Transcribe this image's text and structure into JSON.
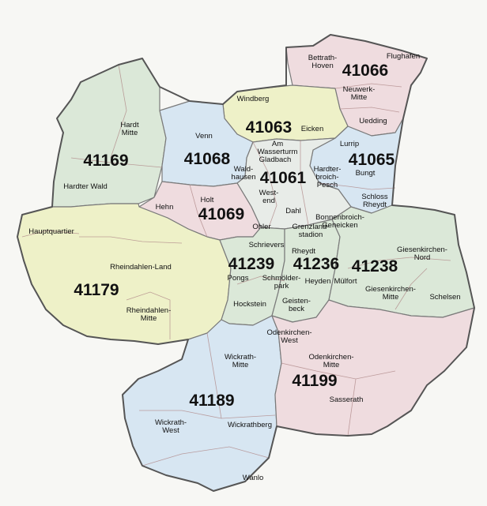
{
  "colors": {
    "pink": "#efdcdf",
    "blue": "#d7e6f2",
    "green": "#dbe8d8",
    "yellow": "#eef1c8",
    "gray": "#e8ece8",
    "boundary": "#555555"
  },
  "postal_codes": [
    {
      "code": "41066",
      "color": "pink"
    },
    {
      "code": "41063",
      "color": "yellow"
    },
    {
      "code": "41169",
      "color": "green"
    },
    {
      "code": "41068",
      "color": "blue"
    },
    {
      "code": "41065",
      "color": "blue"
    },
    {
      "code": "41061",
      "color": "gray"
    },
    {
      "code": "41069",
      "color": "pink"
    },
    {
      "code": "41179",
      "color": "yellow"
    },
    {
      "code": "41239",
      "color": "green"
    },
    {
      "code": "41236",
      "color": "green"
    },
    {
      "code": "41238",
      "color": "green"
    },
    {
      "code": "41189",
      "color": "blue"
    },
    {
      "code": "41199",
      "color": "pink"
    }
  ],
  "districts": [
    {
      "lines": [
        "Bettrath-",
        "Hoven"
      ]
    },
    {
      "lines": [
        "Flughafen"
      ]
    },
    {
      "lines": [
        "Neuwerk-",
        "Mitte"
      ]
    },
    {
      "lines": [
        "Uedding"
      ]
    },
    {
      "lines": [
        "Windberg"
      ]
    },
    {
      "lines": [
        "Eicken"
      ]
    },
    {
      "lines": [
        "Hardt",
        "Mitte"
      ]
    },
    {
      "lines": [
        "Venn"
      ]
    },
    {
      "lines": [
        "Am",
        "Wasserturm"
      ]
    },
    {
      "lines": [
        "Gladbach"
      ]
    },
    {
      "lines": [
        "Lurrip"
      ]
    },
    {
      "lines": [
        "Bungt"
      ]
    },
    {
      "lines": [
        "Hardter Wald"
      ]
    },
    {
      "lines": [
        "Wald-",
        "hausen"
      ]
    },
    {
      "lines": [
        "Hardter-",
        "broich-",
        "Pesch"
      ]
    },
    {
      "lines": [
        "West-",
        "end"
      ]
    },
    {
      "lines": [
        "Schloss",
        "Rheydt"
      ]
    },
    {
      "lines": [
        "Hehn"
      ]
    },
    {
      "lines": [
        "Holt"
      ]
    },
    {
      "lines": [
        "Dahl"
      ]
    },
    {
      "lines": [
        "Bonnenbroich-",
        "Geneicken"
      ]
    },
    {
      "lines": [
        "Ohler"
      ]
    },
    {
      "lines": [
        "Grenzland-",
        "stadion"
      ]
    },
    {
      "lines": [
        "Hauptquartier"
      ]
    },
    {
      "lines": [
        "Schrievers"
      ]
    },
    {
      "lines": [
        "Rheydt"
      ]
    },
    {
      "lines": [
        "Giesenkirchen-",
        "Nord"
      ]
    },
    {
      "lines": [
        "Rheindahlen-Land"
      ]
    },
    {
      "lines": [
        "Pongs"
      ]
    },
    {
      "lines": [
        "Schmölder-",
        "park"
      ]
    },
    {
      "lines": [
        "Heyden"
      ]
    },
    {
      "lines": [
        "Mülfort"
      ]
    },
    {
      "lines": [
        "Giesenkirchen-",
        "Mitte"
      ]
    },
    {
      "lines": [
        "Schelsen"
      ]
    },
    {
      "lines": [
        "Rheindahlen-",
        "Mitte"
      ]
    },
    {
      "lines": [
        "Hockstein"
      ]
    },
    {
      "lines": [
        "Geisten-",
        "beck"
      ]
    },
    {
      "lines": [
        "Odenkirchen-",
        "West"
      ]
    },
    {
      "lines": [
        "Wickrath-",
        "Mitte"
      ]
    },
    {
      "lines": [
        "Odenkirchen-",
        "Mitte"
      ]
    },
    {
      "lines": [
        "Sasserath"
      ]
    },
    {
      "lines": [
        "Wickrath-",
        "West"
      ]
    },
    {
      "lines": [
        "Wickrathberg"
      ]
    },
    {
      "lines": [
        "Wanlo"
      ]
    }
  ]
}
